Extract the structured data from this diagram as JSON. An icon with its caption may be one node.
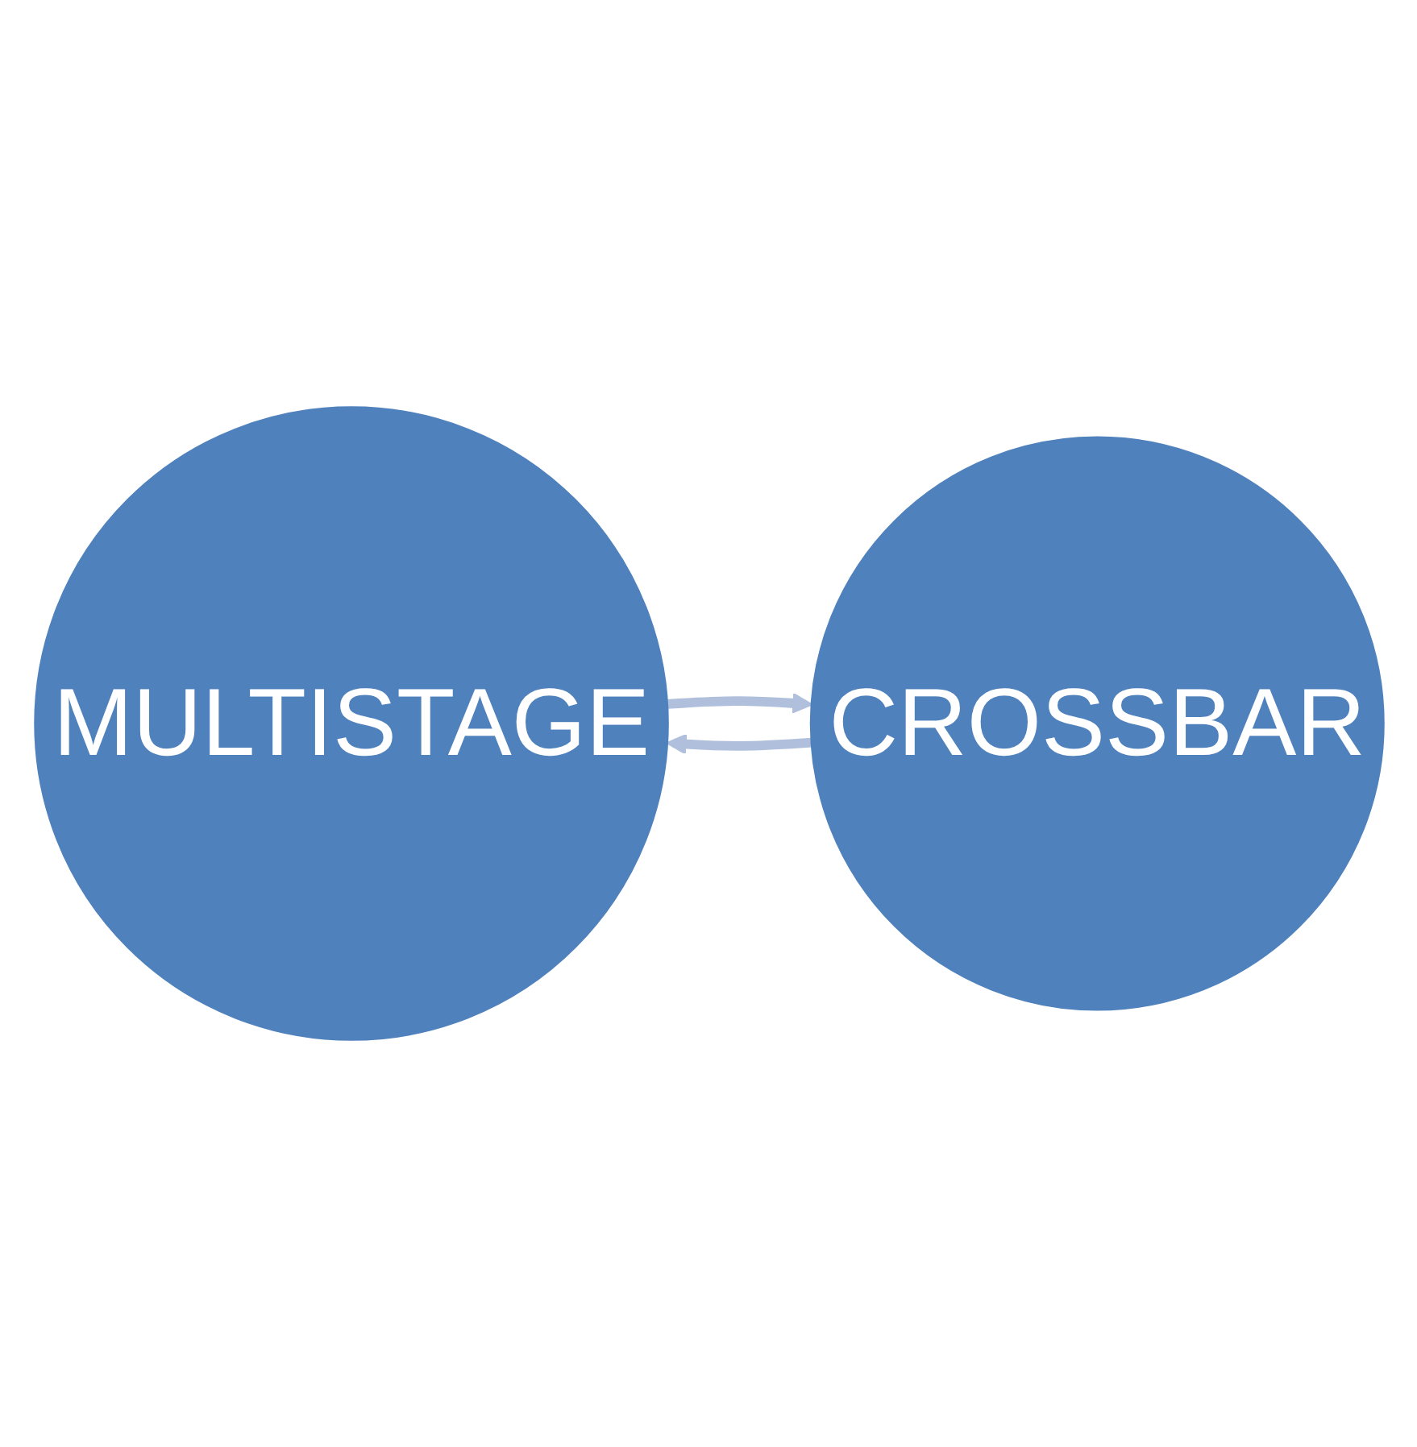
{
  "diagram": {
    "nodes": [
      {
        "text": [
          "MULTISTAGE"
        ]
      },
      {
        "text": [
          "CROSSBAR"
        ]
      }
    ],
    "edges": [
      {
        "from": 0,
        "to": 1,
        "arrow": "to"
      },
      {
        "from": 1,
        "to": 0,
        "arrow": "to"
      }
    ]
  }
}
